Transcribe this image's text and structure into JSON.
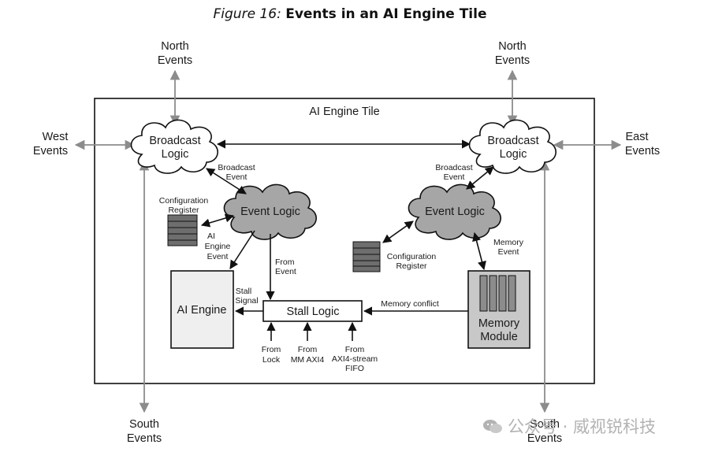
{
  "caption": {
    "figure": "Figure 16:",
    "title": "Events in an AI Engine Tile"
  },
  "tile": {
    "label": "AI Engine Tile"
  },
  "external": {
    "north_left": [
      "North",
      "Events"
    ],
    "north_right": [
      "North",
      "Events"
    ],
    "west": [
      "West",
      "Events"
    ],
    "east": [
      "East",
      "Events"
    ],
    "south_left": [
      "South",
      "Events"
    ],
    "south_right": [
      "South",
      "Events"
    ]
  },
  "blocks": {
    "broadcast_left": [
      "Broadcast",
      "Logic"
    ],
    "broadcast_right": [
      "Broadcast",
      "Logic"
    ],
    "event_logic_left": "Event Logic",
    "event_logic_right": "Event Logic",
    "ai_engine": "AI Engine",
    "stall_logic": "Stall Logic",
    "memory_module": [
      "Memory",
      "Module"
    ]
  },
  "labels": {
    "broadcast_event_left": [
      "Broadcast",
      "Event"
    ],
    "broadcast_event_right": [
      "Broadcast",
      "Event"
    ],
    "config_register_left": [
      "Configuration",
      "Register"
    ],
    "config_register_right": [
      "Configuration",
      "Register"
    ],
    "ai_engine_event": [
      "AI",
      "Engine",
      "Event"
    ],
    "from_event": [
      "From",
      "Event"
    ],
    "stall_signal": [
      "Stall",
      "Signal"
    ],
    "memory_event": [
      "Memory",
      "Event"
    ],
    "memory_conflict": "Memory conflict",
    "from_lock": [
      "From",
      "Lock"
    ],
    "from_mm_axi4": [
      "From",
      "MM AXI4"
    ],
    "from_axi4_stream": [
      "From",
      "AXI4-stream",
      "FIFO"
    ]
  },
  "watermark": "公众号 · 威视锐科技",
  "colors": {
    "cloud_fill": "#a6a6a6",
    "engine_fill": "#efefef",
    "memory_fill": "#c8c8c8",
    "register_fill": "#6e6e6e",
    "gray_arrow": "#8c8c8c"
  }
}
